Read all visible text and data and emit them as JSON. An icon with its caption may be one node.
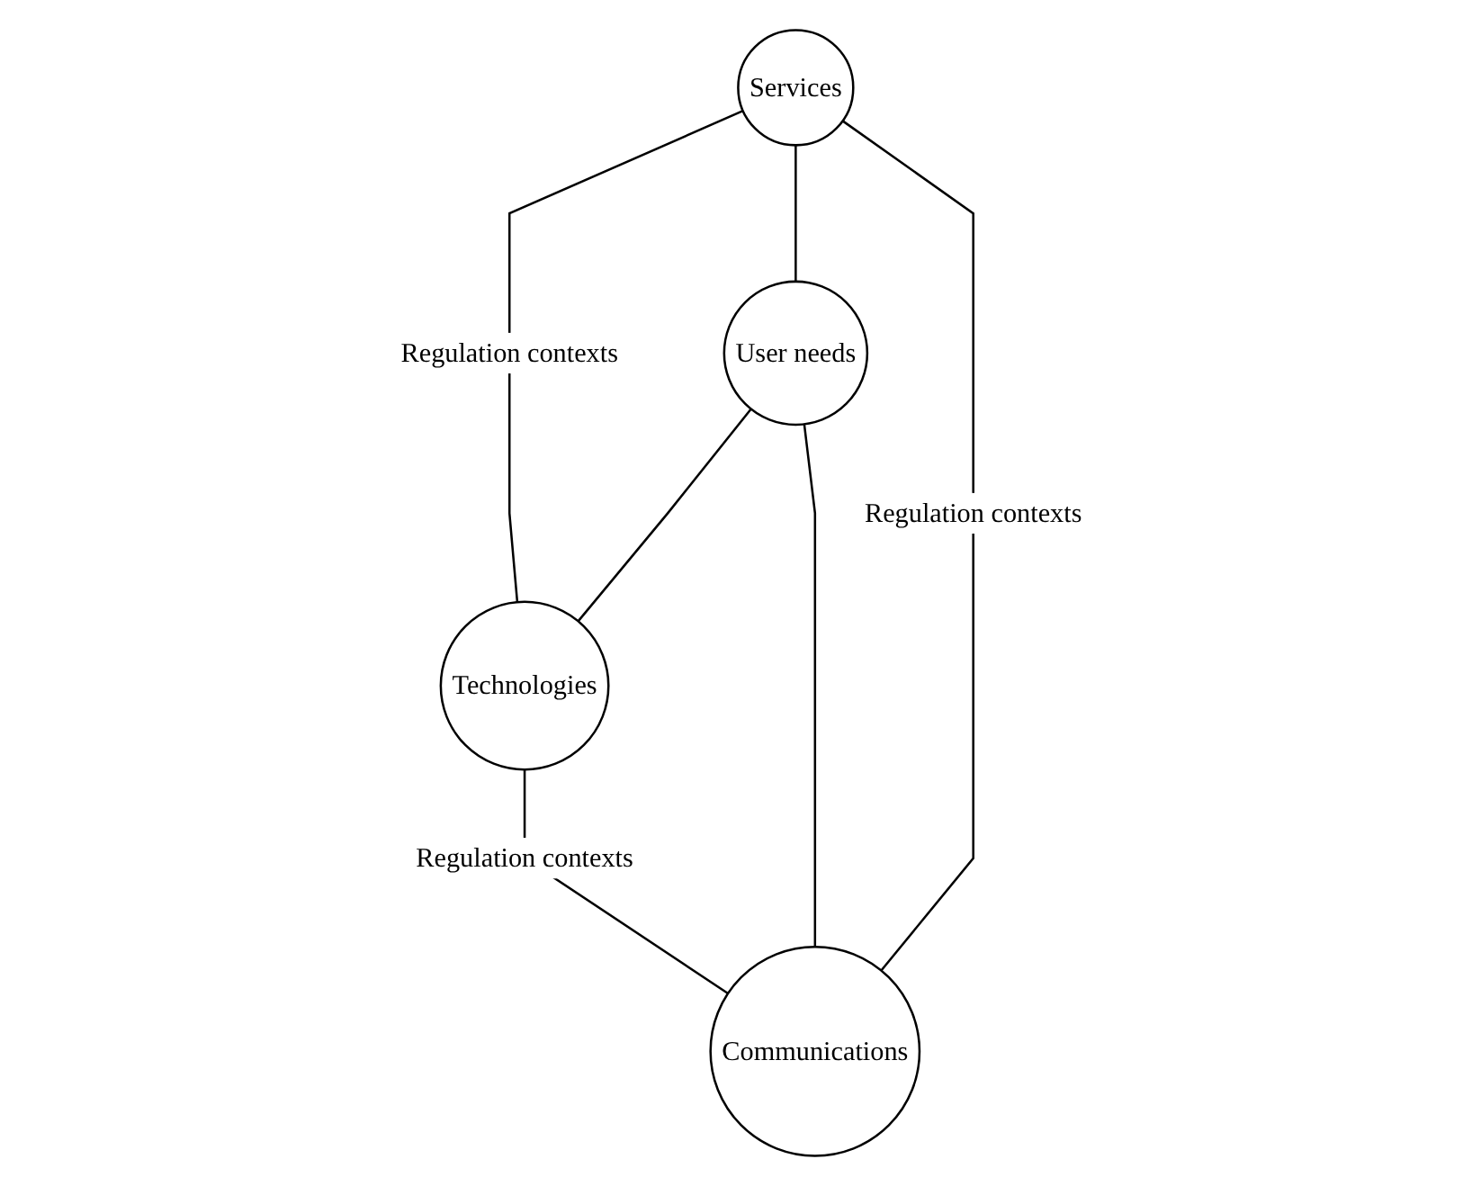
{
  "diagram": {
    "nodes": [
      {
        "text": [
          "Services"
        ]
      },
      {
        "text": [
          "User needs"
        ]
      },
      {
        "text": [
          "Technologies"
        ]
      },
      {
        "text": [
          "Communications"
        ]
      }
    ],
    "edges": [
      {
        "from": 0,
        "to": 2,
        "arrow": "none",
        "label": "Regulation contexts"
      },
      {
        "from": 0,
        "to": 1,
        "arrow": "none"
      },
      {
        "from": 0,
        "to": 3,
        "arrow": "none",
        "label": "Regulation contexts"
      },
      {
        "from": 1,
        "to": 2,
        "arrow": "none"
      },
      {
        "from": 1,
        "to": 3,
        "arrow": "none"
      },
      {
        "from": 2,
        "to": 3,
        "arrow": "none",
        "label": "Regulation contexts"
      }
    ]
  }
}
